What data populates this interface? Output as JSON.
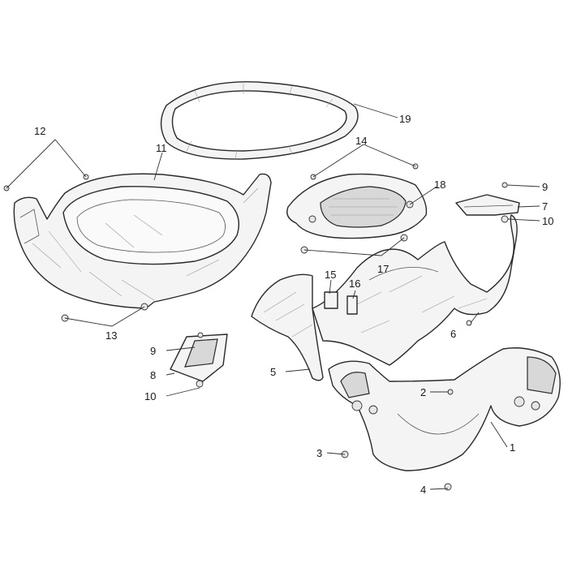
{
  "callouts": {
    "c1": "1",
    "c2": "2",
    "c3": "3",
    "c4": "4",
    "c5": "5",
    "c6": "6",
    "c7": "7",
    "c8": "8",
    "c9a": "9",
    "c9b": "9",
    "c10a": "10",
    "c10b": "10",
    "c11": "11",
    "c12": "12",
    "c13": "13",
    "c14": "14",
    "c15": "15",
    "c16": "16",
    "c17": "17",
    "c18": "18",
    "c19": "19"
  },
  "colors": {
    "line": "#2a2a2a",
    "fill": "#f4f4f4",
    "background": "#ffffff"
  }
}
